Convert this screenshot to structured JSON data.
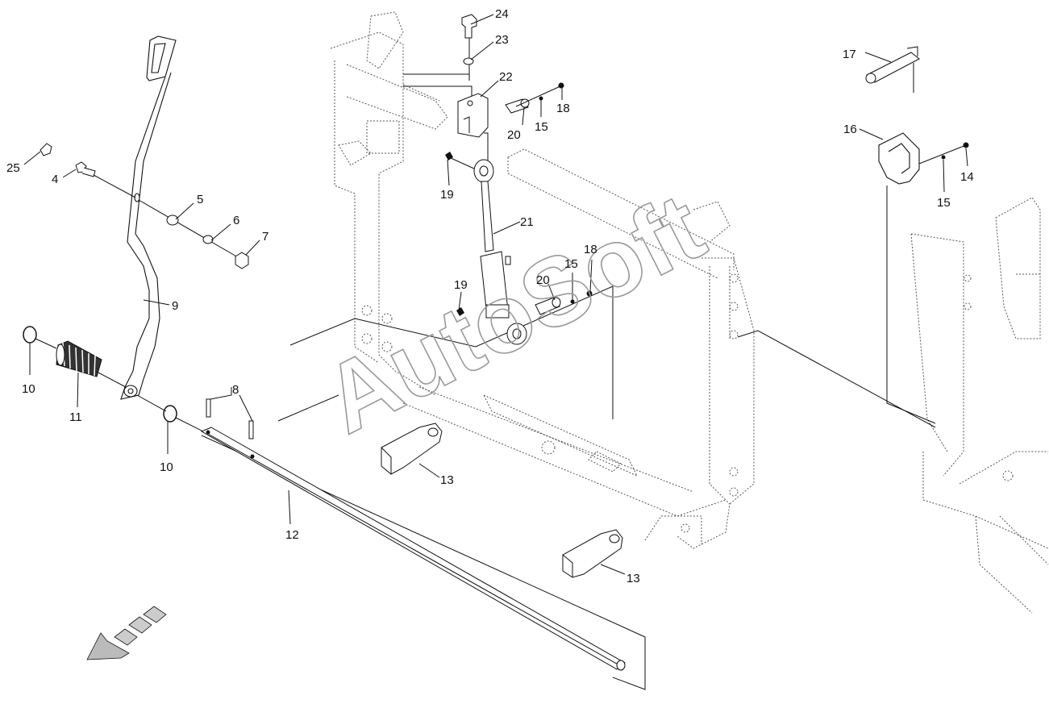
{
  "watermark": "AutoSoft",
  "callouts": [
    {
      "id": "c24a",
      "text": "24"
    },
    {
      "id": "c23a",
      "text": "23"
    },
    {
      "id": "c22a",
      "text": "22"
    },
    {
      "id": "c18a",
      "text": "18"
    },
    {
      "id": "c15a",
      "text": "15"
    },
    {
      "id": "c20a",
      "text": "20"
    },
    {
      "id": "c19a",
      "text": "19"
    },
    {
      "id": "c21a",
      "text": "21"
    },
    {
      "id": "c18b",
      "text": "18"
    },
    {
      "id": "c15b",
      "text": "15"
    },
    {
      "id": "c20b",
      "text": "20"
    },
    {
      "id": "c19b",
      "text": "19"
    },
    {
      "id": "c25a",
      "text": "25"
    },
    {
      "id": "c4a",
      "text": "4"
    },
    {
      "id": "c5a",
      "text": "5"
    },
    {
      "id": "c6a",
      "text": "6"
    },
    {
      "id": "c7a",
      "text": "7"
    },
    {
      "id": "c9a",
      "text": "9"
    },
    {
      "id": "c10a",
      "text": "10"
    },
    {
      "id": "c11a",
      "text": "11"
    },
    {
      "id": "c10b",
      "text": "10"
    },
    {
      "id": "c8a",
      "text": "8"
    },
    {
      "id": "c12a",
      "text": "12"
    },
    {
      "id": "c13a",
      "text": "13"
    },
    {
      "id": "c13b",
      "text": "13"
    },
    {
      "id": "c17a",
      "text": "17"
    },
    {
      "id": "c16a",
      "text": "16"
    },
    {
      "id": "c14a",
      "text": "14"
    },
    {
      "id": "c15c",
      "text": "15"
    }
  ]
}
